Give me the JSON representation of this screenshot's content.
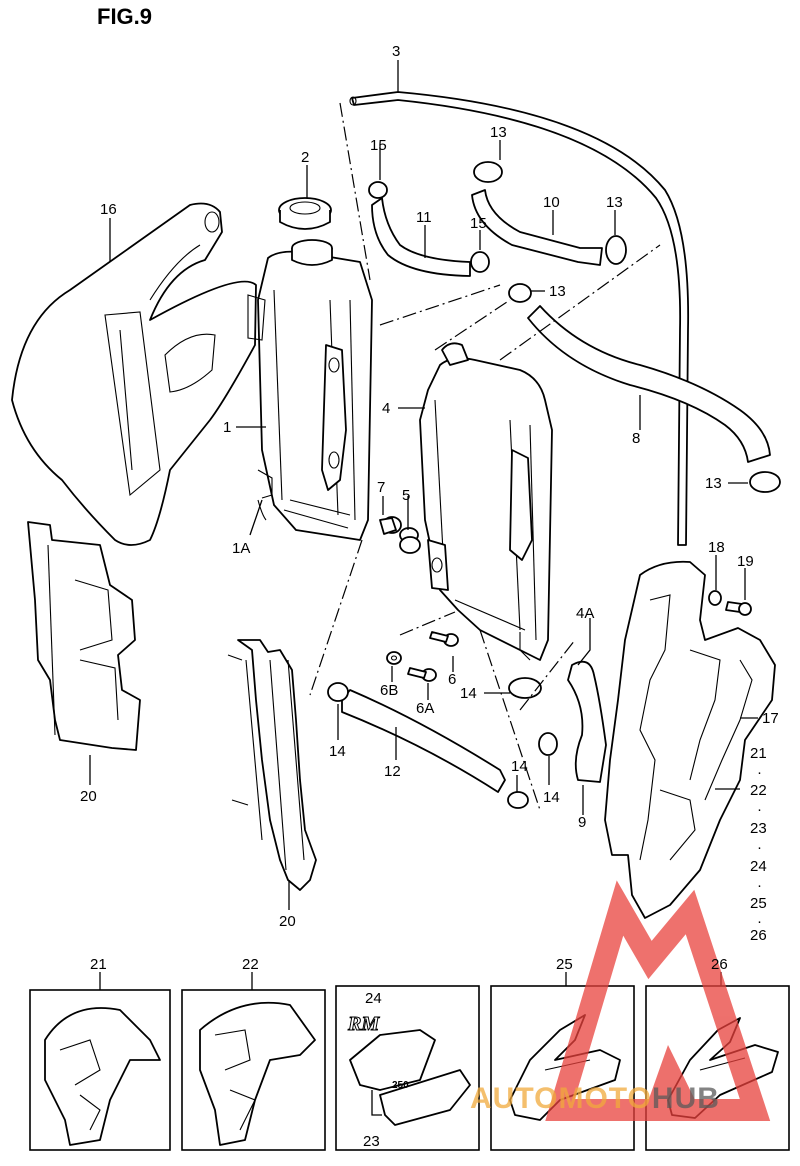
{
  "figure": {
    "title": "FIG.9"
  },
  "callouts": {
    "c1": "1",
    "c1a": "1A",
    "c2": "2",
    "c3": "3",
    "c4": "4",
    "c4a": "4A",
    "c5": "5",
    "c6": "6",
    "c6a": "6A",
    "c6b": "6B",
    "c7": "7",
    "c8": "8",
    "c9": "9",
    "c10": "10",
    "c11": "11",
    "c12": "12",
    "c13a": "13",
    "c13b": "13",
    "c13c": "13",
    "c13d": "13",
    "c14a": "14",
    "c14b": "14",
    "c14c": "14",
    "c14d": "14",
    "c15a": "15",
    "c15b": "15",
    "c16": "16",
    "c17": "17",
    "c18": "18",
    "c19": "19",
    "c20a": "20",
    "c20b": "20",
    "c21": "21",
    "c22": "22",
    "c23": "23",
    "c24": "24",
    "c25": "25",
    "c26": "26",
    "stack": [
      "21",
      "22",
      "23",
      "24",
      "25",
      "26"
    ]
  },
  "decal_boxes": [
    {
      "label": "21"
    },
    {
      "label": "22"
    },
    {
      "label": "24",
      "sub_label": "23"
    },
    {
      "label": "25"
    },
    {
      "label": "26"
    }
  ],
  "decal_text": {
    "rm_logo": "RM",
    "model_badge": "250"
  },
  "watermark": {
    "part1": "AUTOMOTO",
    "part2": "HUB",
    "color_red": "#e8413c",
    "color_orange": "#f0aa3c"
  }
}
